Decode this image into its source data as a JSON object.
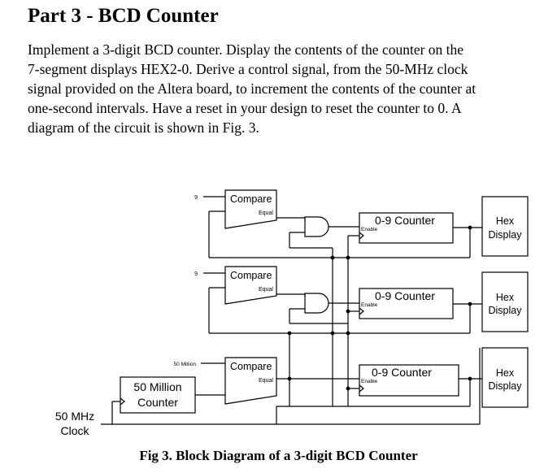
{
  "heading": "Part 3 - BCD Counter",
  "paragraph": [
    "Implement a 3-digit BCD counter. Display the contents of the counter on the",
    "7-segment displays HEX2-0. Derive a control signal, from the 50-MHz clock",
    "signal provided on the Altera board, to increment the contents of the counter at",
    "one-second intervals. Have a reset in your design to reset the counter to 0. A",
    "diagram of the circuit is shown in Fig. 3."
  ],
  "diagram": {
    "compare_inputs": [
      "9",
      "9",
      "50 Million"
    ],
    "compare_label": "Compare",
    "equal_label": "Equal",
    "counter_label": "0-9 Counter",
    "enable_label": "Enable",
    "hex_line1": "Hex",
    "hex_line2": "Display",
    "million_counter_line1": "50 Million",
    "million_counter_line2": "Counter",
    "clock_line1": "50 MHz",
    "clock_line2": "Clock"
  },
  "caption": "Fig 3. Block Diagram of a 3-digit BCD Counter"
}
